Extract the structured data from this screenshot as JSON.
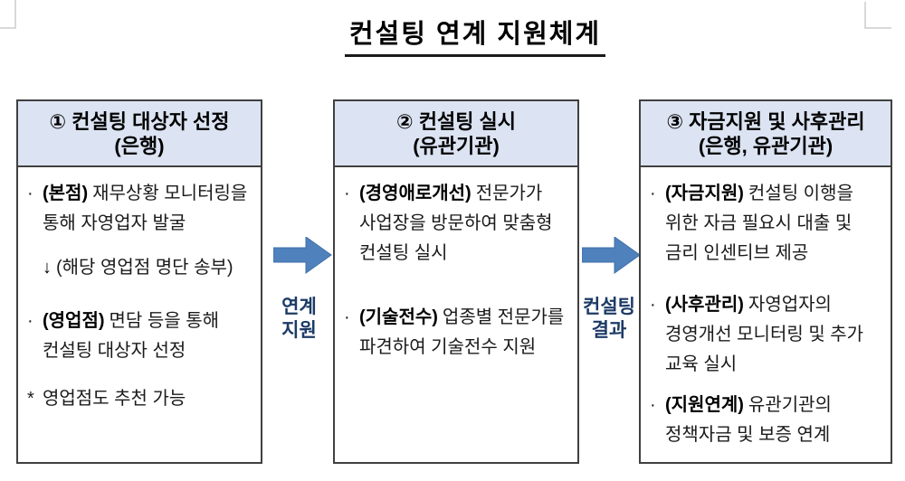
{
  "title": "컨설팅 연계 지원체계",
  "boxes": [
    {
      "header": {
        "line1": "① 컨설팅 대상자 선정",
        "line2": "(은행)"
      },
      "items": [
        {
          "marker": "·",
          "bold": "(본점)",
          "text": "재무상황 모니터링을 통해 자영업자 발굴"
        },
        {
          "marker": "",
          "bold": "↓",
          "text": "(해당 영업점 명단 송부)"
        },
        {
          "marker": "·",
          "bold": "(영업점)",
          "text": "면담 등을 통해 컨설팅 대상자 선정"
        },
        {
          "marker": "*",
          "bold": "",
          "text": "영업점도 추천 가능"
        }
      ]
    },
    {
      "header": {
        "line1": "② 컨설팅 실시",
        "line2": "(유관기관)"
      },
      "items": [
        {
          "marker": "·",
          "bold": "(경영애로개선)",
          "text": "전문가가 사업장을 방문하여 맞춤형 컨설팅 실시"
        },
        {
          "marker": "·",
          "bold": "(기술전수)",
          "text": "업종별 전문가를 파견하여 기술전수 지원"
        }
      ]
    },
    {
      "header": {
        "line1": "③ 자금지원 및 사후관리",
        "line2": "(은행, 유관기관)"
      },
      "items": [
        {
          "marker": "·",
          "bold": "(자금지원)",
          "text": "컨설팅 이행을 위한 자금 필요시 대출 및 금리 인센티브 제공"
        },
        {
          "marker": "·",
          "bold": "(사후관리)",
          "text": "자영업자의 경영개선 모니터링 및 추가 교육 실시"
        },
        {
          "marker": "·",
          "bold": "(지원연계)",
          "text": "유관기관의 정책자금 및 보증 연계"
        }
      ]
    }
  ],
  "arrows": [
    {
      "line1": "연계",
      "line2": "지원"
    },
    {
      "line1": "컨설팅",
      "line2": "결과"
    }
  ],
  "colors": {
    "arrow_fill": "#4f81bd",
    "arrow_stroke": "#3f6fa8",
    "header_bg": "#dce3f2",
    "label_text": "#1c3b66",
    "box_border": "#404040"
  }
}
